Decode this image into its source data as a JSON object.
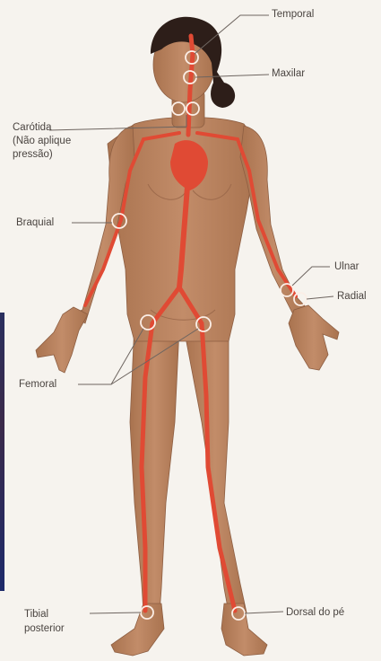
{
  "labels": {
    "temporal": "Temporal",
    "maxilar": "Maxilar",
    "carotida": "Carótida",
    "carotida_note_1": "(Não aplique",
    "carotida_note_2": "pressão)",
    "braquial": "Braquial",
    "ulnar": "Ulnar",
    "radial": "Radial",
    "femoral": "Femoral",
    "tibial_1": "Tibial",
    "tibial_2": "posterior",
    "dorsal": "Dorsal do pé"
  },
  "colors": {
    "background": "#f6f3ee",
    "skin": "#b98462",
    "skin_shadow": "#9d6a4c",
    "artery": "#e04a34",
    "hair": "#2d1e19",
    "pulse_marker": "#fbeee6",
    "label_text": "#4a4440",
    "leader_line": "#6e6560"
  }
}
